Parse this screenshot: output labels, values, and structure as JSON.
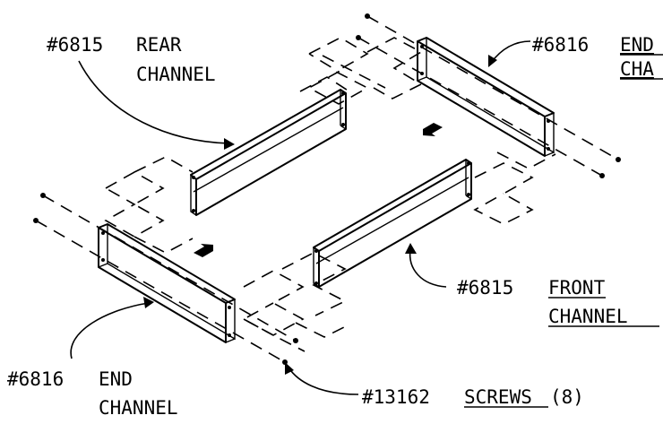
{
  "labels": {
    "rear_channel": {
      "number": "#6815",
      "line1": "REAR",
      "line2": "CHANNEL"
    },
    "end_channel_top": {
      "number": "#6816",
      "line1": "END",
      "line2": "CHA"
    },
    "front_channel": {
      "number": "#6815",
      "line1": "FRONT",
      "line2": "CHANNEL"
    },
    "end_channel_bottom": {
      "number": "#6816",
      "line1": "END",
      "line2": "CHANNEL"
    },
    "screws": {
      "number": "#13162",
      "word": "SCREWS",
      "count": "(8)"
    }
  },
  "colors": {
    "ink": "#000000",
    "paper": "#ffffff"
  },
  "icons": {
    "direction_arrow_1": "arrow-down-left-icon",
    "direction_arrow_2": "arrow-up-right-icon"
  }
}
